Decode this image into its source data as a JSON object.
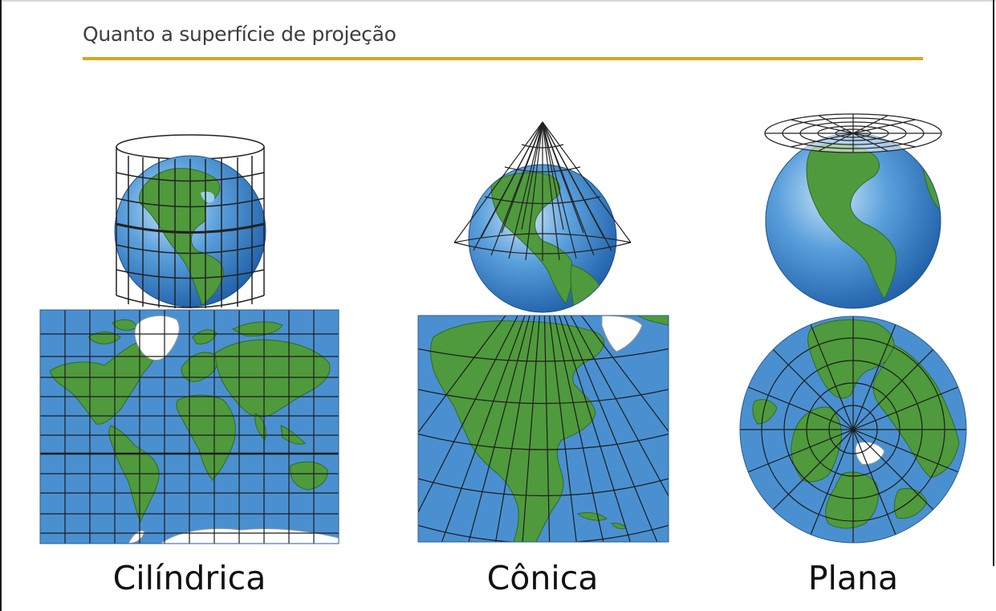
{
  "slide": {
    "title": "Quanto a superfície de projeção",
    "accent_color": "#d8a81c"
  },
  "projections": [
    {
      "key": "cylindrical",
      "caption": "Cilíndrica",
      "surface_icon": "cylinder-grid-icon",
      "map_icon": "world-map-cylindrical-icon"
    },
    {
      "key": "conic",
      "caption": "Cônica",
      "surface_icon": "cone-grid-icon",
      "map_icon": "north-america-conic-map-icon"
    },
    {
      "key": "planar",
      "caption": "Plana",
      "surface_icon": "plane-disc-grid-icon",
      "map_icon": "polar-azimuthal-map-icon"
    }
  ],
  "colors": {
    "ocean": "#4a90d0",
    "land": "#4f9a3c",
    "ice": "#ffffff",
    "grid": "#1c1c1c"
  }
}
